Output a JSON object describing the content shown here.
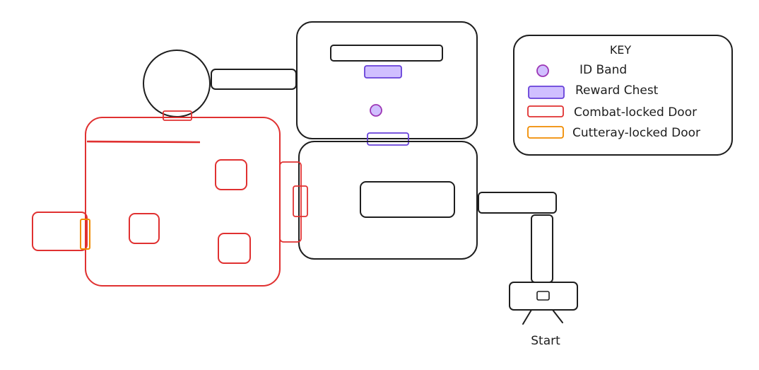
{
  "colors": {
    "ink": "#1e1e1e",
    "combat_door": "#e03131",
    "cutteray_door": "#f08c00",
    "reward_fill": "#d0bfff",
    "reward_stroke": "#6741d9",
    "id_band_fill": "#d0bfff",
    "id_band_stroke": "#9c36b5"
  },
  "key": {
    "title": "KEY",
    "items": [
      {
        "label": "ID Band",
        "icon": "id-band-icon"
      },
      {
        "label": "Reward Chest",
        "icon": "reward-chest-icon"
      },
      {
        "label": "Combat-locked Door",
        "icon": "combat-door-icon"
      },
      {
        "label": "Cutteray-locked Door",
        "icon": "cutteray-door-icon"
      }
    ]
  },
  "start_label": "Start"
}
